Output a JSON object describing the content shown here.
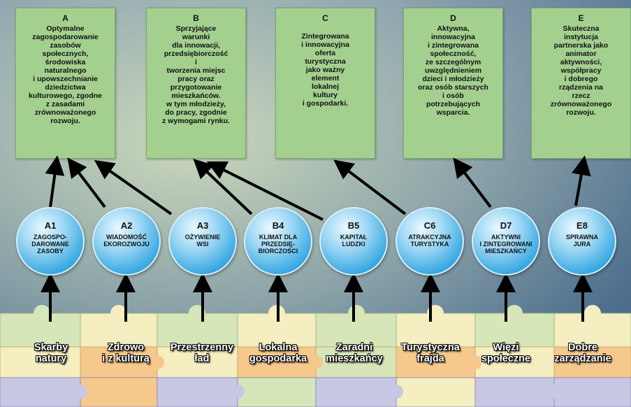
{
  "goals": [
    {
      "letter": "A",
      "text": "Optymalne\nzagospodarowanie\nzasobów\nspołecznych,\nśrodowiska\nnaturalnego\ni upowszechnianie\ndziedzictwa\nkulturowego, zgodne\nz zasadami\nzrównoważonego\nrozwoju."
    },
    {
      "letter": "B",
      "text": "Sprzyjające\nwarunki\ndla innowacji,\nprzedsiębiorczość\ni\ntworzenia miejsc\npracy oraz\nprzygotowanie\nmieszkańców.\nw tym młodzieży,\ndo pracy, zgodnie\nz wymogami rynku."
    },
    {
      "letter": "C",
      "text": "Zintegrowana\ni innowacyjna\noferta\nturystyczna\njako ważny\nelement\nlokalnej\nkultury\ni gospodarki."
    },
    {
      "letter": "D",
      "text": "Aktywna,\ninnowacyjna\ni zintegrowana\nspołeczność,\nze szczególnym\nuwzględnieniem\ndzieci i młodzieży\noraz osób starszych\ni osób\npotrzebujących\nwsparcia."
    },
    {
      "letter": "E",
      "text": "Skuteczna\ninstytucja\npartnerska jako\nanimator\naktywności,\nwspółpracy\ni dobrego\nrządzenia na\nrzecz\nzrównoważonego\nrozwoju."
    }
  ],
  "objectives": [
    {
      "code": "A1",
      "label": "ZAGOSPO-\nDAROWANE\nZASOBY"
    },
    {
      "code": "A2",
      "label": "WIADOMOŚĆ\nEKOROZWOJU"
    },
    {
      "code": "A3",
      "label": "OŻYWIENIE\nWSI"
    },
    {
      "code": "B4",
      "label": "KLIMAT DLA\nPRZEDSIĘ-\nBIORCZOŚCI"
    },
    {
      "code": "B5",
      "label": "KAPITAŁ\nLUDZKI"
    },
    {
      "code": "C6",
      "label": "ATRAKCYJNA\nTURYSTYKA"
    },
    {
      "code": "D7",
      "label": "AKTYWNI\nI ZINTEGROWANI\nMIESZKAŃCY"
    },
    {
      "code": "E8",
      "label": "SPRAWNA\nJURA"
    }
  ],
  "puzzle_labels": [
    "Skarby\nnatury",
    "Zdrowo\ni z kulturą",
    "Przestrzenny\nład",
    "Lokalna\ngospodarka",
    "Zaradni\nmieszkańcy",
    "Turystyczna\nfrajda",
    "Więzi\nspołeczne",
    "Dobre\nzarządzanie"
  ],
  "colors": {
    "goal_box": "#a3d08f",
    "circle": "#37a8e2",
    "puzzle_cream": "#f4eec0",
    "puzzle_orange": "#f6c88c",
    "puzzle_green": "#d6e6b8",
    "puzzle_lavender": "#c9c8e4"
  }
}
